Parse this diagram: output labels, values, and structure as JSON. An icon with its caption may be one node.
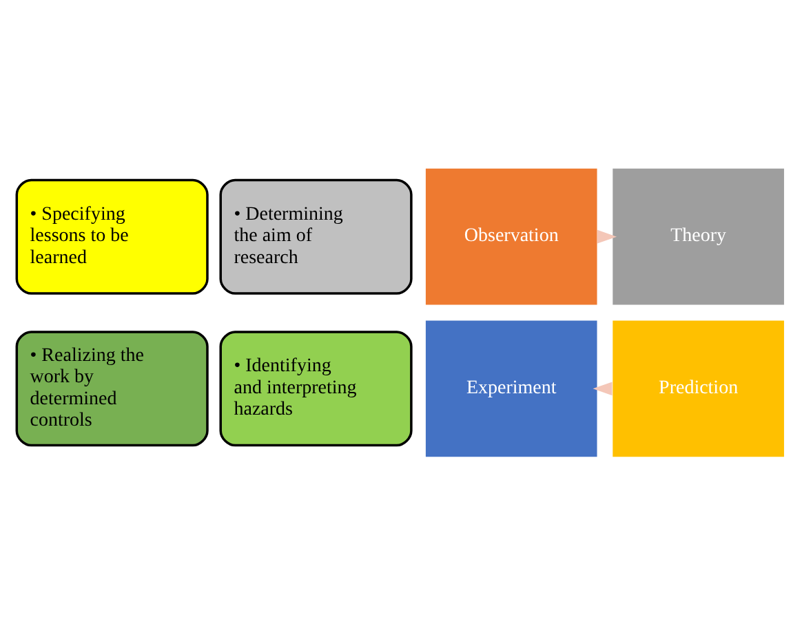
{
  "diagram": {
    "nodes": [
      {
        "text": [
          "• Specifying lessons to be learned"
        ]
      },
      {
        "text": [
          "• Determining the aim of research"
        ]
      },
      {
        "text": [
          "Observation"
        ]
      },
      {
        "text": [
          "Theory"
        ]
      },
      {
        "text": [
          "Experiment"
        ]
      },
      {
        "text": [
          "Prediction"
        ]
      },
      {
        "text": [
          "• Realizing the work by determined controls"
        ]
      },
      {
        "text": [
          "• Identifying and interpreting hazards"
        ]
      }
    ],
    "edges": [
      {
        "from": 2,
        "to": 3,
        "arrow": "to",
        "color": "#f4c7b8"
      },
      {
        "from": 5,
        "to": 4,
        "arrow": "to",
        "color": "#f4c7b8"
      }
    ]
  }
}
